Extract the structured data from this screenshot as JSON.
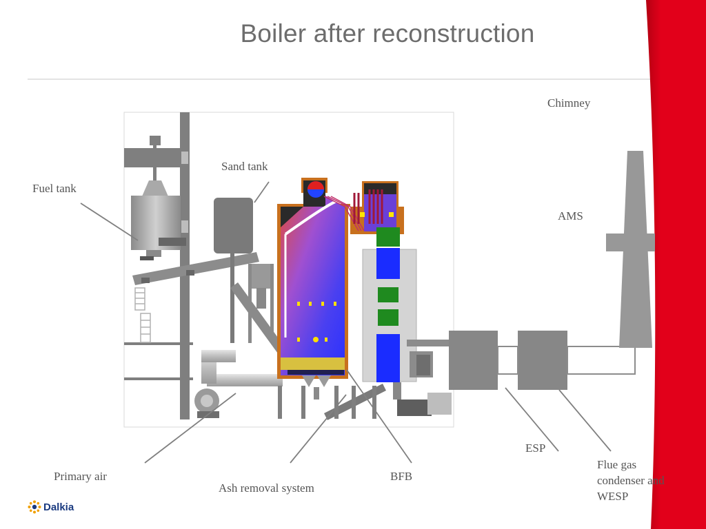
{
  "slide": {
    "title": "Boiler after  reconstruction"
  },
  "labels": {
    "chimney": "Chimney",
    "sand_tank": "Sand tank",
    "fuel_tank": "Fuel tank",
    "ams": "AMS",
    "esp": "ESP",
    "flue_gas_line1": "Flue gas",
    "flue_gas_line2": "condenser and",
    "flue_gas_line3": "WESP",
    "primary_air": "Primary air",
    "bfb": "BFB",
    "ash_removal": "Ash removal system"
  },
  "logo": {
    "text": "Dalkia",
    "icon": "sun-burst-icon"
  },
  "colors": {
    "accent_red": "#e2001a",
    "title_gray": "#6d6d6d",
    "steel_gray": "#8c8c8c",
    "furnace_blue": "#2a3cff",
    "casing_orange": "#c8701e",
    "economizer_green": "#1f8a1f"
  }
}
